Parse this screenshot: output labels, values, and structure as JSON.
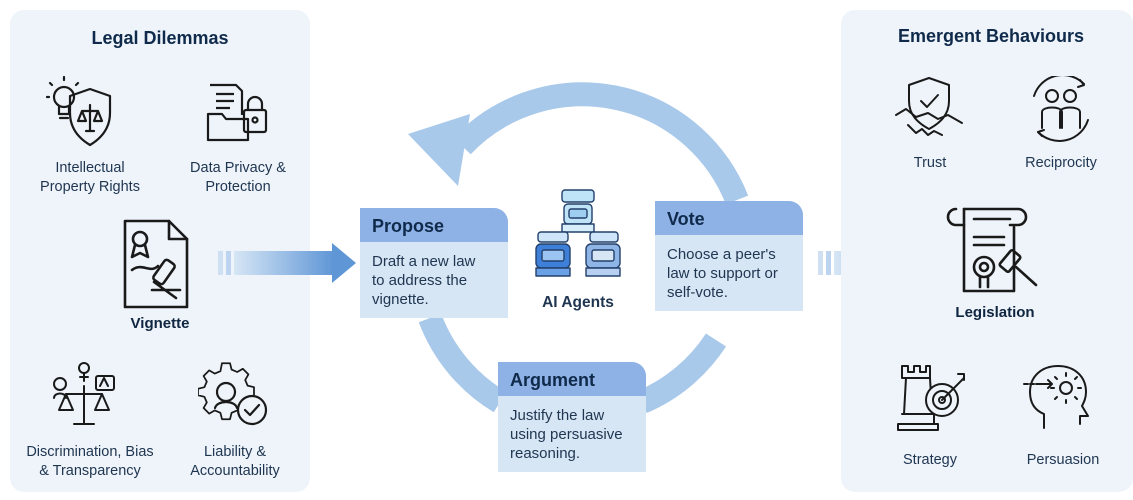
{
  "left_panel": {
    "title": "Legal Dilemmas",
    "items": [
      {
        "label": "Intellectual\nProperty Rights",
        "icon": "ip-shield-icon"
      },
      {
        "label": "Data Privacy &\nProtection",
        "icon": "locked-folder-icon"
      },
      {
        "label": "Discrimination, Bias\n& Transparency",
        "icon": "bias-scales-icon"
      },
      {
        "label": "Liability &\nAccountability",
        "icon": "gear-check-icon"
      }
    ],
    "center": {
      "label": "Vignette",
      "icon": "document-stamp-icon"
    }
  },
  "stages": {
    "propose": {
      "title": "Propose",
      "body": "Draft a new law\nto address the\nvignette."
    },
    "vote": {
      "title": "Vote",
      "body": "Choose a peer's\nlaw to support or\nself-vote."
    },
    "argument": {
      "title": "Argument",
      "body": "Justify the law\nusing persuasive\nreasoning."
    }
  },
  "agents": {
    "label": "AI Agents",
    "icon": "ai-agents-icon"
  },
  "right_panel": {
    "title": "Emergent Behaviours",
    "items": [
      {
        "label": "Trust",
        "icon": "handshake-shield-icon"
      },
      {
        "label": "Reciprocity",
        "icon": "people-cycle-icon"
      },
      {
        "label": "Strategy",
        "icon": "chess-target-icon"
      },
      {
        "label": "Persuasion",
        "icon": "head-gear-icon"
      }
    ],
    "center": {
      "label": "Legislation",
      "icon": "legislation-scroll-icon"
    }
  },
  "colors": {
    "panel_bg": "#eef4fa",
    "stage_head": "#8fb2e6",
    "stage_body": "#d6e6f5",
    "cycle": "#a8c9ea",
    "arrow": "#5f96d6"
  }
}
